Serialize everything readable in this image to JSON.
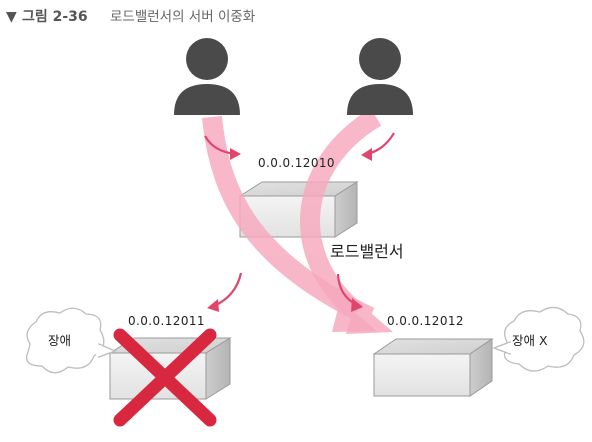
{
  "caption": {
    "marker": "▼",
    "number": "그림 2-36",
    "title": "로드밸런서의 서버 이중화"
  },
  "load_balancer": {
    "ip": "0.0.0.12010",
    "label": "로드밸런서"
  },
  "servers": [
    {
      "ip": "0.0.0.12011",
      "callout": "장애",
      "failed": true
    },
    {
      "ip": "0.0.0.12012",
      "callout": "장애 X",
      "failed": false
    }
  ],
  "colors": {
    "user": "#4a4a4a",
    "flow": "#f7a8bd",
    "small_arrow": "#e0456e",
    "fail_x": "#d8283f",
    "box_front": "#eeeeee",
    "box_top": "#d6d6d6",
    "box_side": "#c0c0c0"
  },
  "icons": [
    "user-icon",
    "server-box",
    "fail-x-icon",
    "cloud-callout"
  ]
}
